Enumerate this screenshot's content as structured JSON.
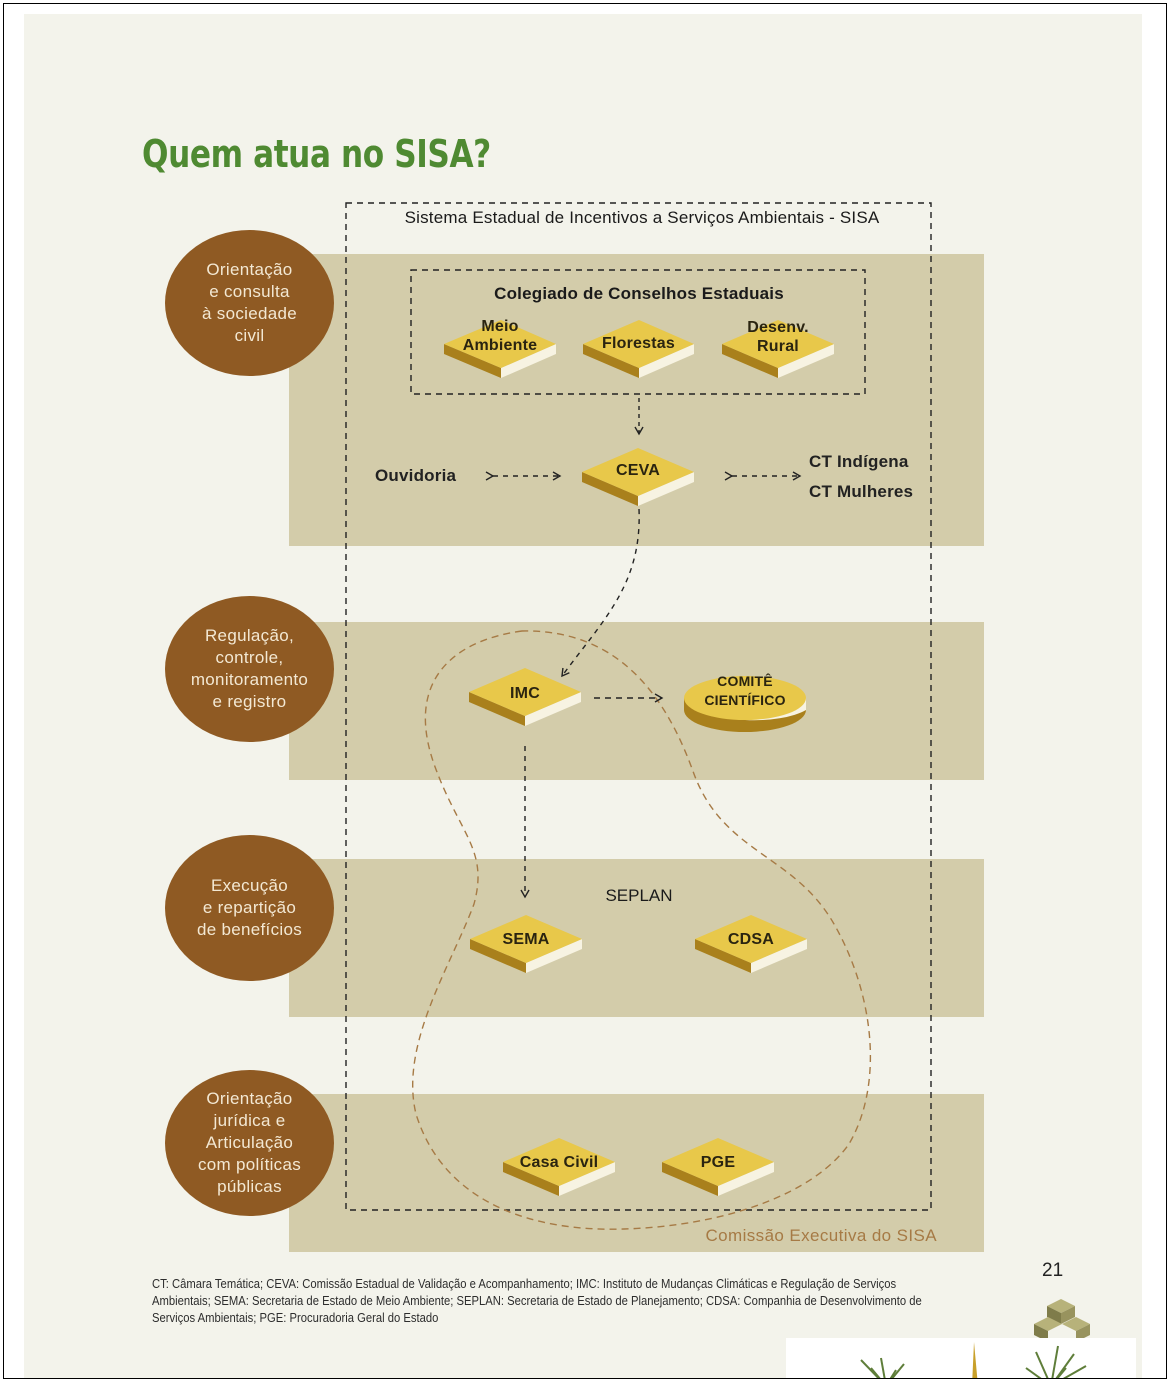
{
  "title": "Quem atua no SISA?",
  "sisa_label": "Sistema Estadual de Incentivos a Serviços Ambientais - SISA",
  "colegiado_label": "Colegiado de Conselhos Estaduais",
  "roles": [
    {
      "text": "Orientação\ne consulta\nà sociedade\ncivil"
    },
    {
      "text": "Regulação,\ncontrole,\nmonitoramento\ne registro"
    },
    {
      "text": "Execução\ne repartição\nde benefícios"
    },
    {
      "text": "Orientação\njurídica e\nArticulação\ncom políticas\npúblicas"
    }
  ],
  "nodes": {
    "meio_ambiente": "Meio\nAmbiente",
    "florestas": "Florestas",
    "desenv_rural": "Desenv.\nRural",
    "ceva": "CEVA",
    "imc": "IMC",
    "comite": "COMITÊ\nCIENTÍFICO",
    "sema": "SEMA",
    "cdsa": "CDSA",
    "casa_civil": "Casa Civil",
    "pge": "PGE"
  },
  "labels": {
    "ouvidoria": "Ouvidoria",
    "ct_indigena": "CT Indígena",
    "ct_mulheres": "CT Mulheres",
    "seplan": "SEPLAN",
    "comissao_executiva": "Comissão Executiva do SISA"
  },
  "footnote": "CT: Câmara Temática; CEVA: Comissão Estadual de Validação e Acompanhamento; IMC: Instituto de Mudanças Climáticas e Regulação de Serviços Ambientais; SEMA: Secretaria de Estado de Meio Ambiente; SEPLAN: Secretaria de Estado de Planejamento; CDSA: Companhia de Desenvolvimento de Serviços Ambientais; PGE: Procuradoria Geral do Estado",
  "page_number": "21",
  "colors": {
    "title": "#4f8a32",
    "band": "#d3ccaa",
    "role_circle": "#8f5a23",
    "node_top": "#e8c84a",
    "node_side_dark": "#a9801c",
    "node_side_light": "#f7f3e2",
    "executive_label": "#a67a45"
  }
}
